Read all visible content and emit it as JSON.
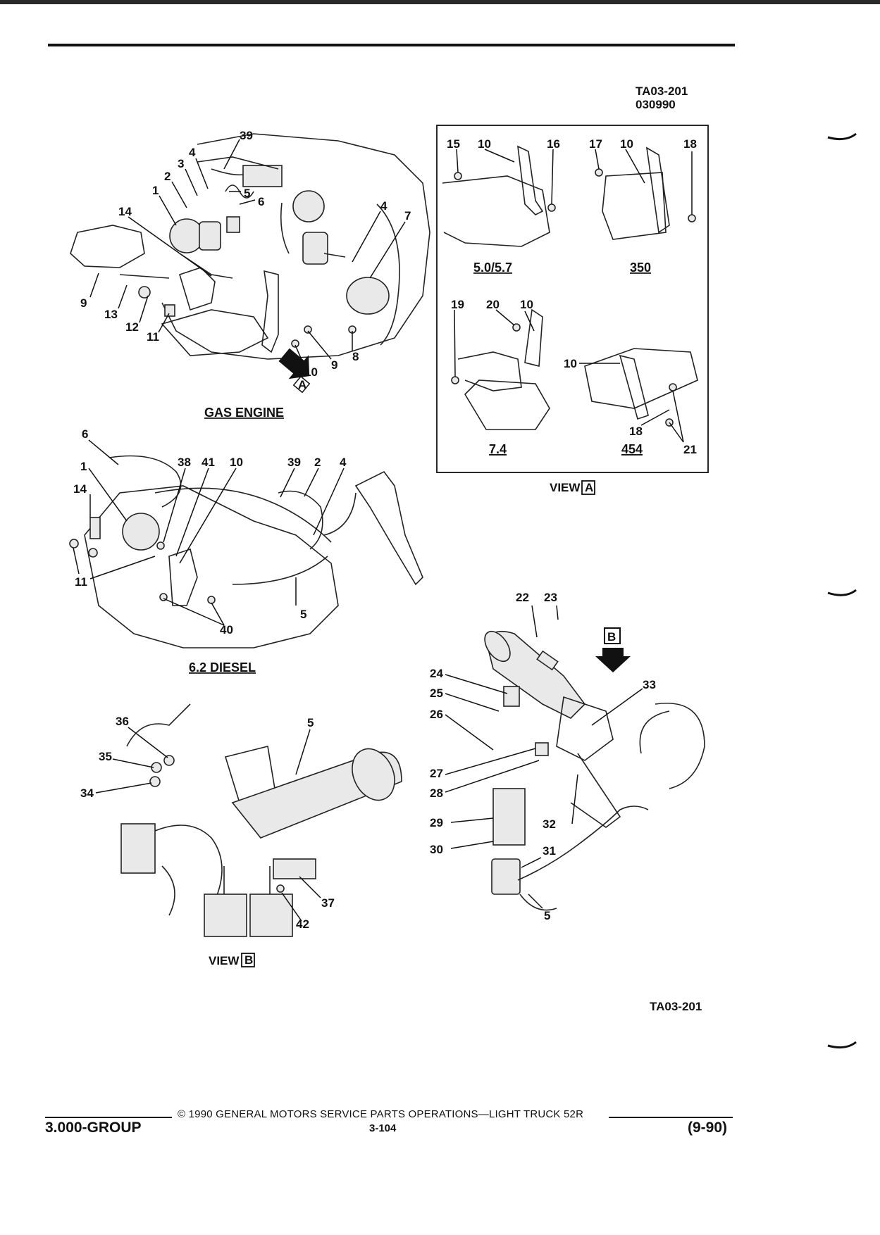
{
  "header": {
    "drawing_code": "TA03-201",
    "date_code": "030990"
  },
  "diagrams": {
    "gas_engine": {
      "caption": "GAS ENGINE",
      "callouts": [
        "39",
        "4",
        "3",
        "2",
        "1",
        "14",
        "5",
        "6",
        "4",
        "7",
        "9",
        "13",
        "12",
        "11",
        "10",
        "9",
        "8"
      ]
    },
    "view_a_panel": {
      "callouts_top_left": [
        "15",
        "10",
        "16"
      ],
      "label_top_left": "5.0/5.7",
      "callouts_top_right": [
        "17",
        "10",
        "18"
      ],
      "label_top_right": "350",
      "callouts_bottom_left": [
        "19",
        "20",
        "10"
      ],
      "label_bottom_left": "7.4",
      "callouts_bottom_right": [
        "10",
        "18",
        "21"
      ],
      "label_bottom_right": "454"
    },
    "view_a_caption": {
      "word": "VIEW",
      "letter": "A"
    },
    "diesel": {
      "caption": "6.2 DIESEL",
      "callouts": [
        "6",
        "1",
        "14",
        "38",
        "41",
        "10",
        "39",
        "2",
        "4",
        "11",
        "5",
        "40"
      ]
    },
    "column": {
      "callouts": [
        "22",
        "23",
        "24",
        "25",
        "26",
        "27",
        "28",
        "29",
        "30",
        "31",
        "32",
        "33",
        "5"
      ],
      "view_marker": "B"
    },
    "view_b": {
      "callouts": [
        "36",
        "35",
        "34",
        "5",
        "37",
        "42"
      ],
      "caption_word": "VIEW",
      "caption_letter": "B"
    },
    "view_a_marker": "A"
  },
  "footer": {
    "drawing_code": "TA03-201",
    "group": "3.000-GROUP",
    "copyright": "© 1990 GENERAL MOTORS SERVICE PARTS OPERATIONS—LIGHT TRUCK 52R",
    "page": "3-104",
    "date": "(9-90)"
  }
}
